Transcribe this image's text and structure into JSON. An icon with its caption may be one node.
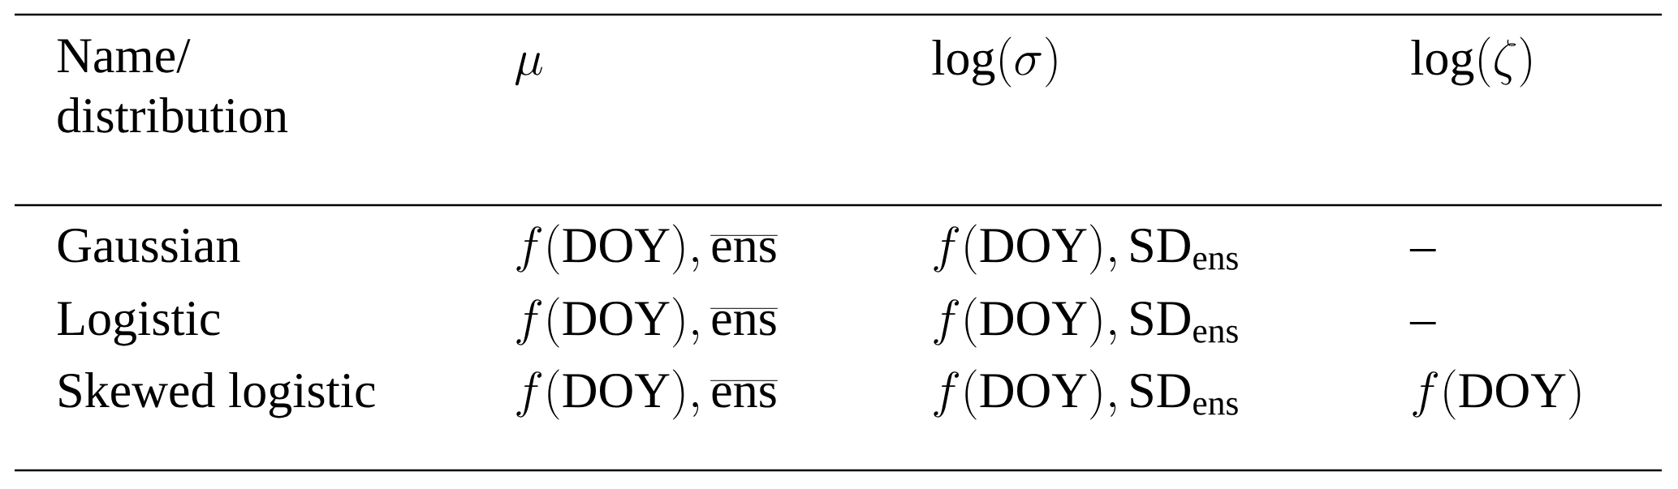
{
  "diagram": {
    "labels": [
      "Name/ distribution",
      "\\mu",
      "\\log(\\sigma)",
      "\\log(\\zeta)",
      "Gaussian",
      "f(\\mathrm{DOY}), \\overline{\\mathrm{ens}}",
      "f(\\mathrm{DOY}), \\mathrm{SD}_{\\mathrm{ens}}",
      "\\text{–}",
      "Logistic",
      "f(\\mathrm{DOY}), \\overline{\\mathrm{ens}}",
      "f(\\mathrm{DOY}), \\mathrm{SD}_{\\mathrm{ens}}",
      "\\text{–}",
      "Skewed logistic",
      "f(\\mathrm{DOY}), \\overline{\\mathrm{ens}}",
      "f(\\mathrm{DOY}), \\mathrm{SD}_{\\mathrm{ens}}",
      "f(\\mathrm{DOY})"
    ]
  }
}
